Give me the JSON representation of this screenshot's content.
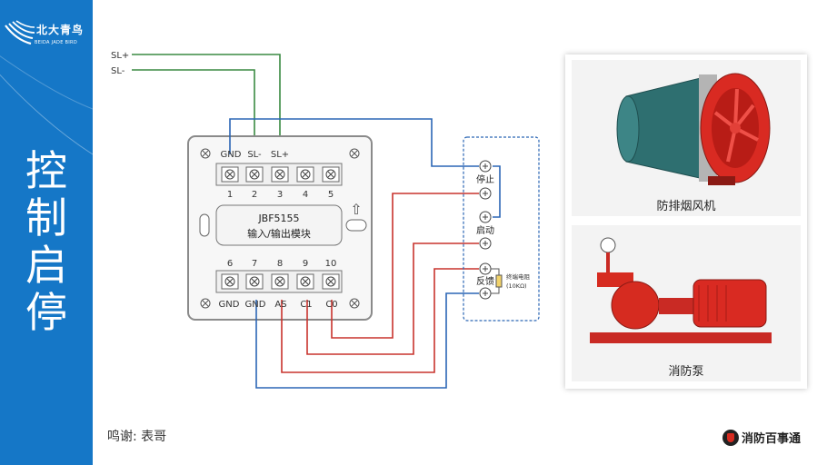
{
  "brand": {
    "logo_cn": "北大青鸟",
    "logo_en": "BEIDA JADE BIRD"
  },
  "title_chars": [
    "控",
    "制",
    "启",
    "停"
  ],
  "credit": "鸣谢: 表哥",
  "footer_brand": "消防百事通",
  "colors": {
    "sidebar": "#1577c7",
    "wire_blue": "#2b66b5",
    "wire_red": "#c8332d",
    "wire_green": "#3a8a42"
  },
  "diagram": {
    "bus_labels": [
      "SL+",
      "SL-"
    ],
    "module_model": "JBF5155",
    "module_name": "输入/输出模块",
    "top_terminal_labels": [
      "GND",
      "SL-",
      "SL+"
    ],
    "top_numbers": [
      "1",
      "2",
      "3",
      "4",
      "5"
    ],
    "bottom_numbers": [
      "6",
      "7",
      "8",
      "9",
      "10"
    ],
    "bottom_terminal_labels": [
      "GND",
      "GND",
      "AS",
      "C1",
      "C0"
    ],
    "arrow_symbol": "⇧",
    "panel_labels": [
      "停止",
      "启动",
      "反馈"
    ],
    "resistor_label": "终端电阻",
    "resistor_value": "(10KΩ)"
  },
  "equipment": [
    {
      "label": "防排烟风机"
    },
    {
      "label": "消防泵"
    }
  ]
}
